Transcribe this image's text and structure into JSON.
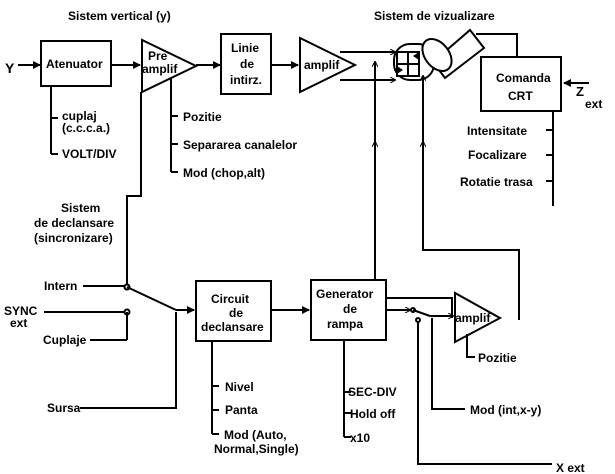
{
  "section_titles": {
    "vertical": "Sistem vertical (y)",
    "visualization": "Sistem de vizualizare",
    "trigger_1": "Sistem",
    "trigger_2": "de declansare",
    "trigger_3": "(sincronizare)"
  },
  "inputs": {
    "y": "Y",
    "z": "Z",
    "z_sub": "ext",
    "sync": "SYNC",
    "sync_sub": "ext",
    "x_ext": "X ext"
  },
  "blocks": {
    "attenuator": "Atenuator",
    "preamp_1": "Pre",
    "preamp_2": "amplif",
    "delay_1": "Linie",
    "delay_2": "de",
    "delay_3": "intirz.",
    "v_amp": "amplif",
    "crt_cmd_1": "Comanda",
    "crt_cmd_2": "CRT",
    "trig_circuit_1": "Circuit",
    "trig_circuit_2": "de",
    "trig_circuit_3": "declansare",
    "ramp_gen_1": "Generator",
    "ramp_gen_2": "de",
    "ramp_gen_3": "rampa",
    "h_amp": "amplif"
  },
  "controls": {
    "coupling_1": "cuplaj",
    "coupling_2": "(c.c.c.a.)",
    "volt_div": "VOLT/DIV",
    "position_v": "Pozitie",
    "channel_sep": "Separarea canalelor",
    "mode_v": "Mod (chop,alt)",
    "intensity": "Intensitate",
    "focus": "Focalizare",
    "trace_rot": "Rotatie trasa",
    "internal": "Intern",
    "couplings": "Cuplaje",
    "source": "Sursa",
    "level": "Nivel",
    "slope": "Panta",
    "mode_t_1": "Mod (Auto,",
    "mode_t_2": "Normal,Single)",
    "sec_div": "SEC-DIV",
    "hold_off": "Hold off",
    "x10": "x10",
    "position_h": "Pozitie",
    "mode_h": "Mod (int,x-y)"
  }
}
